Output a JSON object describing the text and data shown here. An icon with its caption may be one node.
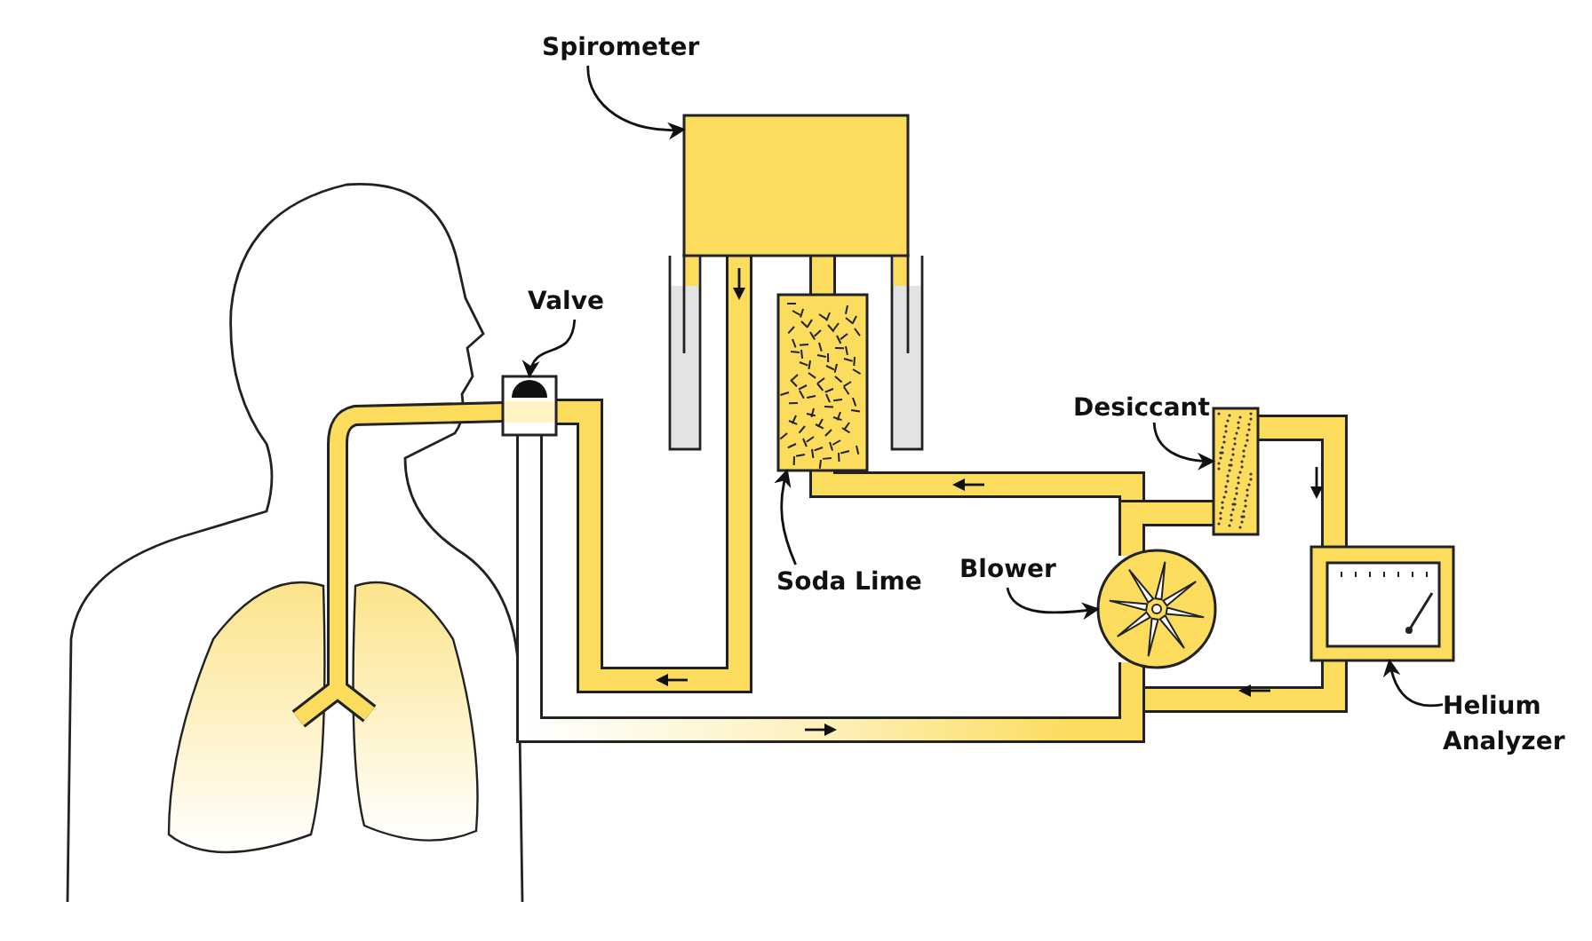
{
  "diagram": {
    "nodes": [
      {
        "text": [
          "Spirometer"
        ]
      },
      {
        "text": [],
        "shape": "box"
      },
      {
        "text": [
          "Valve"
        ]
      },
      {
        "text": [],
        "shape": "box"
      },
      {
        "text": [
          "Soda Lime"
        ]
      },
      {
        "text": [],
        "shape": "box"
      },
      {
        "text": [
          "Blower"
        ]
      },
      {
        "text": [],
        "shape": "circle"
      },
      {
        "text": [
          "Desiccant"
        ]
      },
      {
        "text": [],
        "shape": "box"
      },
      {
        "text": [
          "Helium Analyzer"
        ]
      },
      {
        "text": [],
        "shape": "box"
      }
    ],
    "edges": [
      {
        "from": 0,
        "to": 1,
        "arrow": "to"
      },
      {
        "from": 2,
        "to": 3,
        "arrow": "to"
      },
      {
        "from": 4,
        "to": 5,
        "arrow": "to"
      },
      {
        "from": 6,
        "to": 7,
        "arrow": "to"
      },
      {
        "from": 8,
        "to": 9,
        "arrow": "to"
      },
      {
        "from": 10,
        "to": 11,
        "arrow": "to"
      }
    ]
  }
}
